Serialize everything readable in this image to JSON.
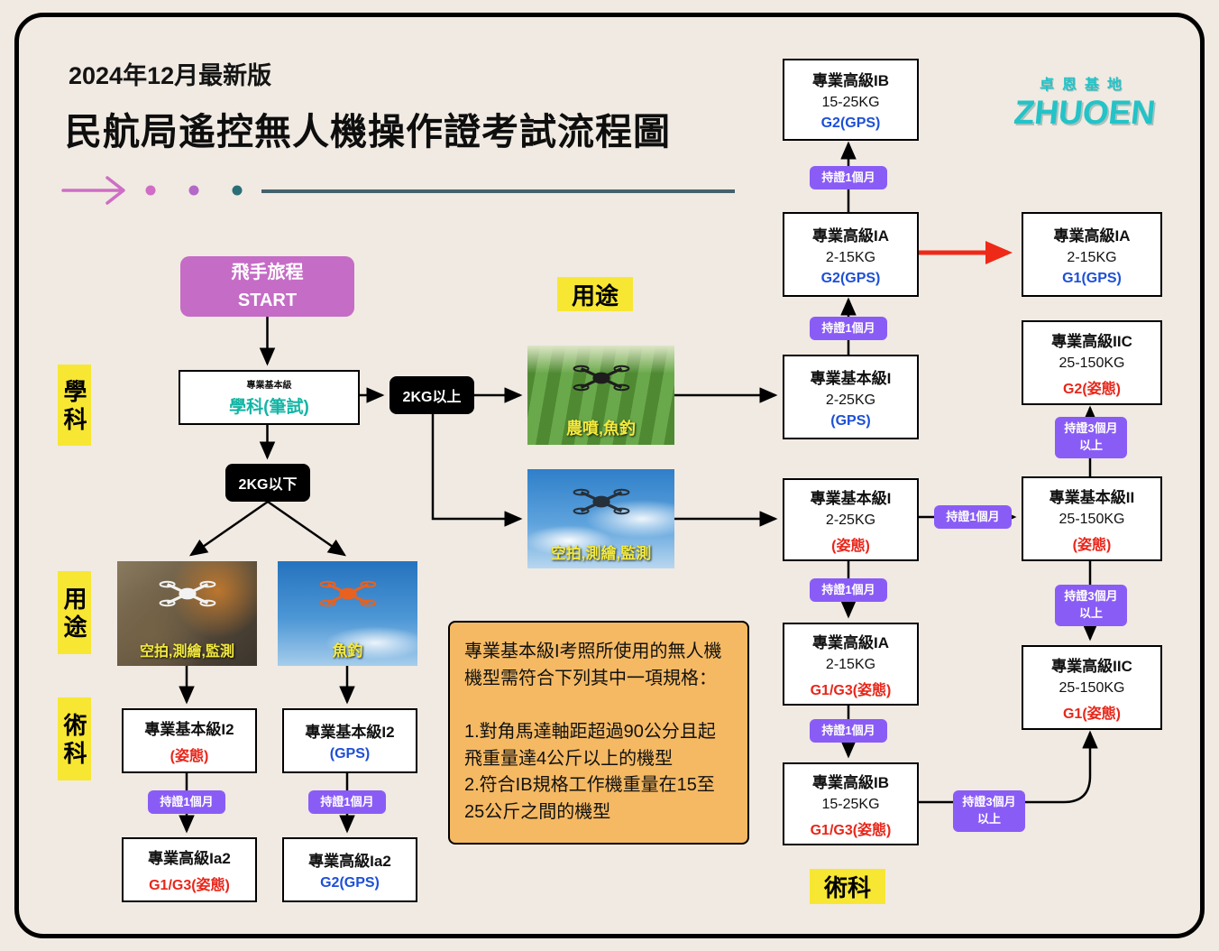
{
  "header": {
    "version": "2024年12月最新版",
    "title": "民航局遙控無人機操作證考試流程圖"
  },
  "logo": {
    "top": "卓恩基地",
    "main": "ZHUOEN"
  },
  "side_labels": {
    "subject": "學科",
    "purpose": "用途",
    "practical": "術科"
  },
  "top_labels": {
    "purpose": "用途",
    "practical": "術科"
  },
  "start": {
    "line1": "飛手旅程",
    "line2": "START"
  },
  "subject_exam": {
    "small": "專業基本級",
    "main": "學科(筆試)"
  },
  "weight": {
    "above": "2KG以上",
    "below": "2KG以下"
  },
  "badges": {
    "one_month": "持證1個月",
    "three_month_l1": "持證3個月",
    "three_month_l2": "以上"
  },
  "images": {
    "spray": {
      "caption": "農噴,魚釣"
    },
    "sky": {
      "caption": "空拍,測繪,監測"
    },
    "aerial": {
      "caption": "空拍,測繪,監測"
    },
    "fishing": {
      "caption": "魚釣"
    }
  },
  "nodes": {
    "adv_ib_g2": {
      "title": "專業高級IB",
      "weight": "15-25KG",
      "grade": "G2(GPS)"
    },
    "adv_ia_g2": {
      "title": "專業高級IA",
      "weight": "2-15KG",
      "grade": "G2(GPS)"
    },
    "adv_ia_g1": {
      "title": "專業高級IA",
      "weight": "2-15KG",
      "grade": "G1(GPS)"
    },
    "basic_i_gps": {
      "title": "專業基本級I",
      "weight": "2-25KG",
      "grade": "(GPS)"
    },
    "adv_iic_g2": {
      "title": "專業高級IIC",
      "weight": "25-150KG",
      "grade": "G2(姿態)"
    },
    "basic_i_att": {
      "title": "專業基本級I",
      "weight": "2-25KG",
      "grade": "(姿態)"
    },
    "basic_ii_att": {
      "title": "專業基本級II",
      "weight": "25-150KG",
      "grade": "(姿態)"
    },
    "adv_ia_g1g3": {
      "title": "專業高級IA",
      "weight": "2-15KG",
      "grade": "G1/G3(姿態)"
    },
    "adv_ib_g1g3": {
      "title": "專業高級IB",
      "weight": "15-25KG",
      "grade": "G1/G3(姿態)"
    },
    "adv_iic_g1": {
      "title": "專業高級IIC",
      "weight": "25-150KG",
      "grade": "G1(姿態)"
    },
    "basic_i2_att": {
      "title": "專業基本級I2",
      "grade": "(姿態)"
    },
    "basic_i2_gps": {
      "title": "專業基本級I2",
      "grade": "(GPS)"
    },
    "adv_ia2_att": {
      "title": "專業高級Ia2",
      "grade": "G1/G3(姿態)"
    },
    "adv_ia2_gps": {
      "title": "專業高級Ia2",
      "grade": "G2(GPS)"
    }
  },
  "note": {
    "p1": "專業基本級I考照所使用的無人機機型需符合下列其中一項規格：",
    "p2": "1.對角馬達軸距超過90公分且起飛重量達4公斤以上的機型",
    "p3": "2.符合IB規格工作機重量在15至25公斤之間的機型"
  },
  "colors": {
    "background": "#f0eae2",
    "gps_text": "#1d4fd7",
    "attitude_text": "#e8261a",
    "badge": "#8a5cf6",
    "start_box": "#c56cc6",
    "yellow_label": "#f7e733",
    "note_box": "#f5b963",
    "teal_accent": "#13b5a5",
    "logo_teal": "#23c3c7",
    "red_arrow": "#ef2917"
  }
}
